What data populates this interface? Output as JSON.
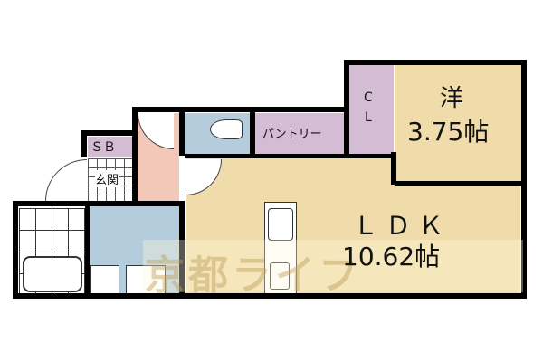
{
  "floorplan": {
    "rooms": [
      {
        "id": "western",
        "name": "洋",
        "size": "3.75帖",
        "color": "#f0dcaa"
      },
      {
        "id": "ldk",
        "name": "ＬＤＫ",
        "size": "10.62帖",
        "color": "#f0dcaa"
      },
      {
        "id": "closet",
        "name_line1": "C",
        "name_line2": "L",
        "color": "#d4bcd4"
      },
      {
        "id": "pantry",
        "name": "パントリー",
        "color": "#d4bcd4"
      },
      {
        "id": "shoebox",
        "name": "ＳＢ",
        "color": "#d4bcd4"
      },
      {
        "id": "entrance",
        "name": "玄関"
      },
      {
        "id": "toilet",
        "color": "#b4ccdc"
      },
      {
        "id": "washroom",
        "color": "#b4ccdc"
      },
      {
        "id": "hallway",
        "color": "#f4c8b8"
      },
      {
        "id": "bathroom"
      }
    ],
    "watermark": "京都ライフ"
  }
}
